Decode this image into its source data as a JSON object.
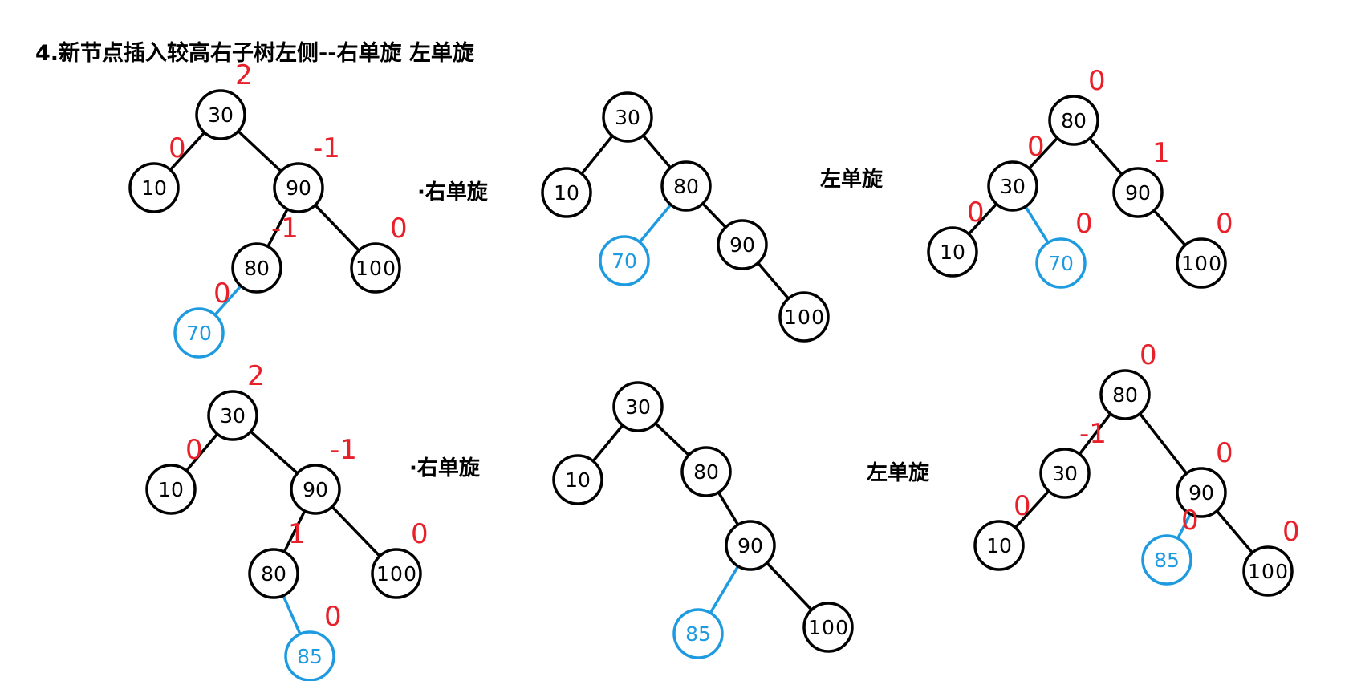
{
  "title": "4.新节点插入较高右子树左侧--右单旋 左单旋",
  "colors": {
    "node": "#000000",
    "new_node": "#1e9be0",
    "annotation": "#e8202a",
    "edge": "#000000"
  },
  "operations": {
    "right_rotate": "·右单旋",
    "left_rotate": "左单旋",
    "right_rotate_2": "·右单旋",
    "left_rotate_2": "左单旋"
  },
  "trees": [
    {
      "id": "t1",
      "nodes": [
        {
          "key": "30",
          "label": "30",
          "new": false
        },
        {
          "key": "10",
          "label": "10",
          "new": false
        },
        {
          "key": "90",
          "label": "90",
          "new": false
        },
        {
          "key": "80",
          "label": "80",
          "new": false
        },
        {
          "key": "100",
          "label": "100",
          "new": false
        },
        {
          "key": "70",
          "label": "70",
          "new": true
        }
      ],
      "edges": [
        [
          "30",
          "10"
        ],
        [
          "30",
          "90"
        ],
        [
          "90",
          "80"
        ],
        [
          "90",
          "100"
        ],
        [
          "80",
          "70"
        ]
      ],
      "balance": [
        {
          "node": "30",
          "value": "2"
        },
        {
          "node": "10",
          "value": "0"
        },
        {
          "node": "90",
          "value": "-1"
        },
        {
          "node": "80",
          "value": "-1"
        },
        {
          "node": "100",
          "value": "0"
        },
        {
          "node": "70",
          "value": "0"
        }
      ]
    },
    {
      "id": "t2",
      "nodes": [
        {
          "key": "30",
          "label": "30",
          "new": false
        },
        {
          "key": "10",
          "label": "10",
          "new": false
        },
        {
          "key": "80",
          "label": "80",
          "new": false
        },
        {
          "key": "70",
          "label": "70",
          "new": true
        },
        {
          "key": "90",
          "label": "90",
          "new": false
        },
        {
          "key": "100",
          "label": "100",
          "new": false
        }
      ],
      "edges": [
        [
          "30",
          "10"
        ],
        [
          "30",
          "80"
        ],
        [
          "80",
          "70"
        ],
        [
          "80",
          "90"
        ],
        [
          "90",
          "100"
        ]
      ],
      "balance": []
    },
    {
      "id": "t3",
      "nodes": [
        {
          "key": "80",
          "label": "80",
          "new": false
        },
        {
          "key": "30",
          "label": "30",
          "new": false
        },
        {
          "key": "90",
          "label": "90",
          "new": false
        },
        {
          "key": "10",
          "label": "10",
          "new": false
        },
        {
          "key": "70",
          "label": "70",
          "new": true
        },
        {
          "key": "100",
          "label": "100",
          "new": false
        }
      ],
      "edges": [
        [
          "80",
          "30"
        ],
        [
          "80",
          "90"
        ],
        [
          "30",
          "10"
        ],
        [
          "30",
          "70"
        ],
        [
          "90",
          "100"
        ]
      ],
      "balance": [
        {
          "node": "80",
          "value": "0"
        },
        {
          "node": "30",
          "value": "0"
        },
        {
          "node": "90",
          "value": "1"
        },
        {
          "node": "10",
          "value": "0"
        },
        {
          "node": "70",
          "value": "0"
        },
        {
          "node": "100",
          "value": "0"
        }
      ]
    },
    {
      "id": "t4",
      "nodes": [
        {
          "key": "30",
          "label": "30",
          "new": false
        },
        {
          "key": "10",
          "label": "10",
          "new": false
        },
        {
          "key": "90",
          "label": "90",
          "new": false
        },
        {
          "key": "80",
          "label": "80",
          "new": false
        },
        {
          "key": "100",
          "label": "100",
          "new": false
        },
        {
          "key": "85",
          "label": "85",
          "new": true
        }
      ],
      "edges": [
        [
          "30",
          "10"
        ],
        [
          "30",
          "90"
        ],
        [
          "90",
          "80"
        ],
        [
          "90",
          "100"
        ],
        [
          "80",
          "85"
        ]
      ],
      "balance": [
        {
          "node": "30",
          "value": "2"
        },
        {
          "node": "10",
          "value": "0"
        },
        {
          "node": "90",
          "value": "-1"
        },
        {
          "node": "80",
          "value": "1"
        },
        {
          "node": "100",
          "value": "0"
        },
        {
          "node": "85",
          "value": "0"
        }
      ]
    },
    {
      "id": "t5",
      "nodes": [
        {
          "key": "30",
          "label": "30",
          "new": false
        },
        {
          "key": "10",
          "label": "10",
          "new": false
        },
        {
          "key": "80",
          "label": "80",
          "new": false
        },
        {
          "key": "90",
          "label": "90",
          "new": false
        },
        {
          "key": "85",
          "label": "85",
          "new": true
        },
        {
          "key": "100",
          "label": "100",
          "new": false
        }
      ],
      "edges": [
        [
          "30",
          "10"
        ],
        [
          "30",
          "80"
        ],
        [
          "80",
          "90"
        ],
        [
          "90",
          "85"
        ],
        [
          "90",
          "100"
        ]
      ],
      "balance": []
    },
    {
      "id": "t6",
      "nodes": [
        {
          "key": "80",
          "label": "80",
          "new": false
        },
        {
          "key": "30",
          "label": "30",
          "new": false
        },
        {
          "key": "90",
          "label": "90",
          "new": false
        },
        {
          "key": "10",
          "label": "10",
          "new": false
        },
        {
          "key": "85",
          "label": "85",
          "new": true
        },
        {
          "key": "100",
          "label": "100",
          "new": false
        }
      ],
      "edges": [
        [
          "80",
          "30"
        ],
        [
          "80",
          "90"
        ],
        [
          "30",
          "10"
        ],
        [
          "90",
          "85"
        ],
        [
          "90",
          "100"
        ]
      ],
      "balance": [
        {
          "node": "80",
          "value": "0"
        },
        {
          "node": "30",
          "value": "-1"
        },
        {
          "node": "90",
          "value": "0"
        },
        {
          "node": "10",
          "value": "0"
        },
        {
          "node": "85",
          "value": "0"
        },
        {
          "node": "100",
          "value": "0"
        }
      ]
    }
  ]
}
